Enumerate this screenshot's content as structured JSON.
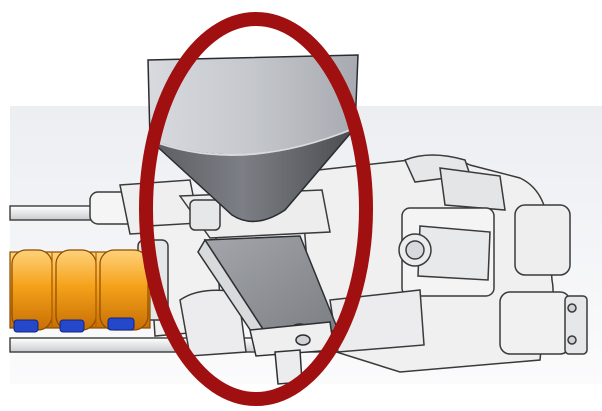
{
  "image": {
    "kind": "cad-render",
    "subject": "machine-assembly-with-hopper",
    "highlight": {
      "shape": "ellipse",
      "color": "#a01010"
    }
  },
  "colors": {
    "background": "#ffffff",
    "viewport_top": "#eef0f3",
    "viewport_bottom": "#f8f9fa",
    "part_white": "#f2f2f2",
    "part_shadow": "#c7c9cc",
    "part_outline": "#3a3a3a",
    "hopper_light": "#d3d5d9",
    "hopper_dark": "#6e7075",
    "plate": "#8f9297",
    "heater_band": "#f5a21a",
    "heater_dark": "#d57c05",
    "clip_blue": "#2547c9",
    "highlight": "#a01010"
  }
}
